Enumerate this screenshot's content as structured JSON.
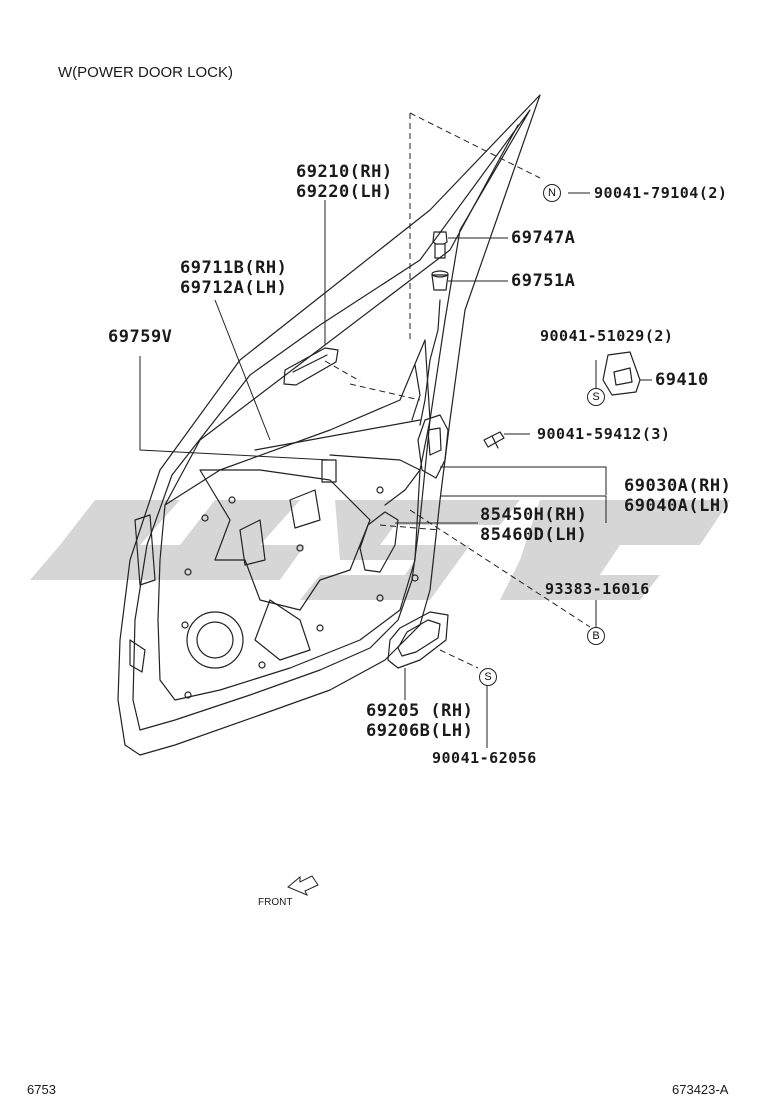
{
  "header": {
    "title": "W(POWER DOOR LOCK)"
  },
  "labels": {
    "p69210": "69210(RH)",
    "p69220": "69220(LH)",
    "p69711": "69711B(RH)",
    "p69712": "69712A(LH)",
    "p69759": "69759V",
    "p69747": "69747A",
    "p69751": "69751A",
    "p90041_79104": "90041-79104(2)",
    "p90041_51029": "90041-51029(2)",
    "p69410": "69410",
    "p90041_59412": "90041-59412(3)",
    "p69030": "69030A(RH)",
    "p69040": "69040A(LH)",
    "p85450": "85450H(RH)",
    "p85460": "85460D(LH)",
    "p93383": "93383-16016",
    "p69205": "69205 (RH)",
    "p69206": "69206B(LH)",
    "p90041_62056": "90041-62056"
  },
  "callouts": {
    "n": "N",
    "s": "S",
    "b": "B"
  },
  "front_label": "FRONT",
  "footer": {
    "left": "6753",
    "right": "673423-A"
  },
  "colors": {
    "line": "#222222",
    "watermark": "#d0d0d0"
  }
}
